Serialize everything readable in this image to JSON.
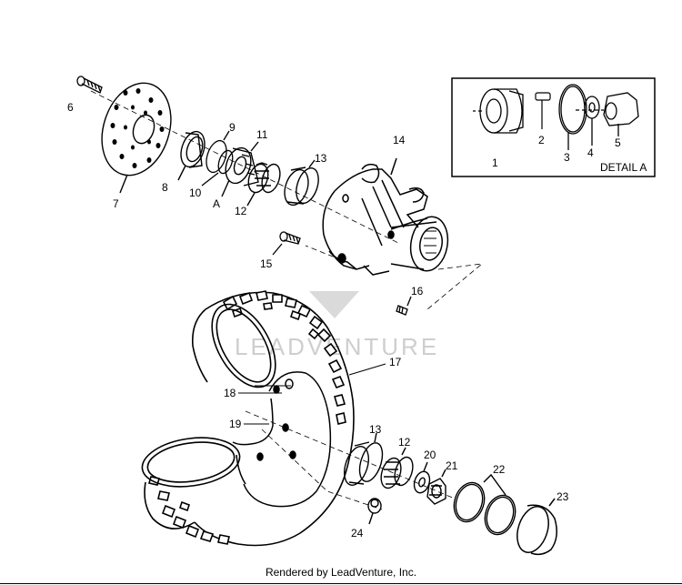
{
  "diagram": {
    "part_labels": {
      "p1": "1",
      "p2": "2",
      "p3": "3",
      "p4": "4",
      "p5": "5",
      "p6": "6",
      "p7": "7",
      "p8": "8",
      "p9": "9",
      "p10": "10",
      "p11": "11",
      "p12a": "12",
      "p12b": "12",
      "p13a": "13",
      "p13b": "13",
      "p14": "14",
      "p15": "15",
      "p16": "16",
      "p17": "17",
      "p18": "18",
      "p19": "19",
      "p20": "20",
      "p21": "21",
      "p22": "22",
      "p23": "23",
      "p24": "24",
      "pA": "A"
    },
    "detail_title": "DETAIL A",
    "watermark": "LEADVENTURE"
  },
  "footer": {
    "text": "Rendered by LeadVenture, Inc."
  }
}
